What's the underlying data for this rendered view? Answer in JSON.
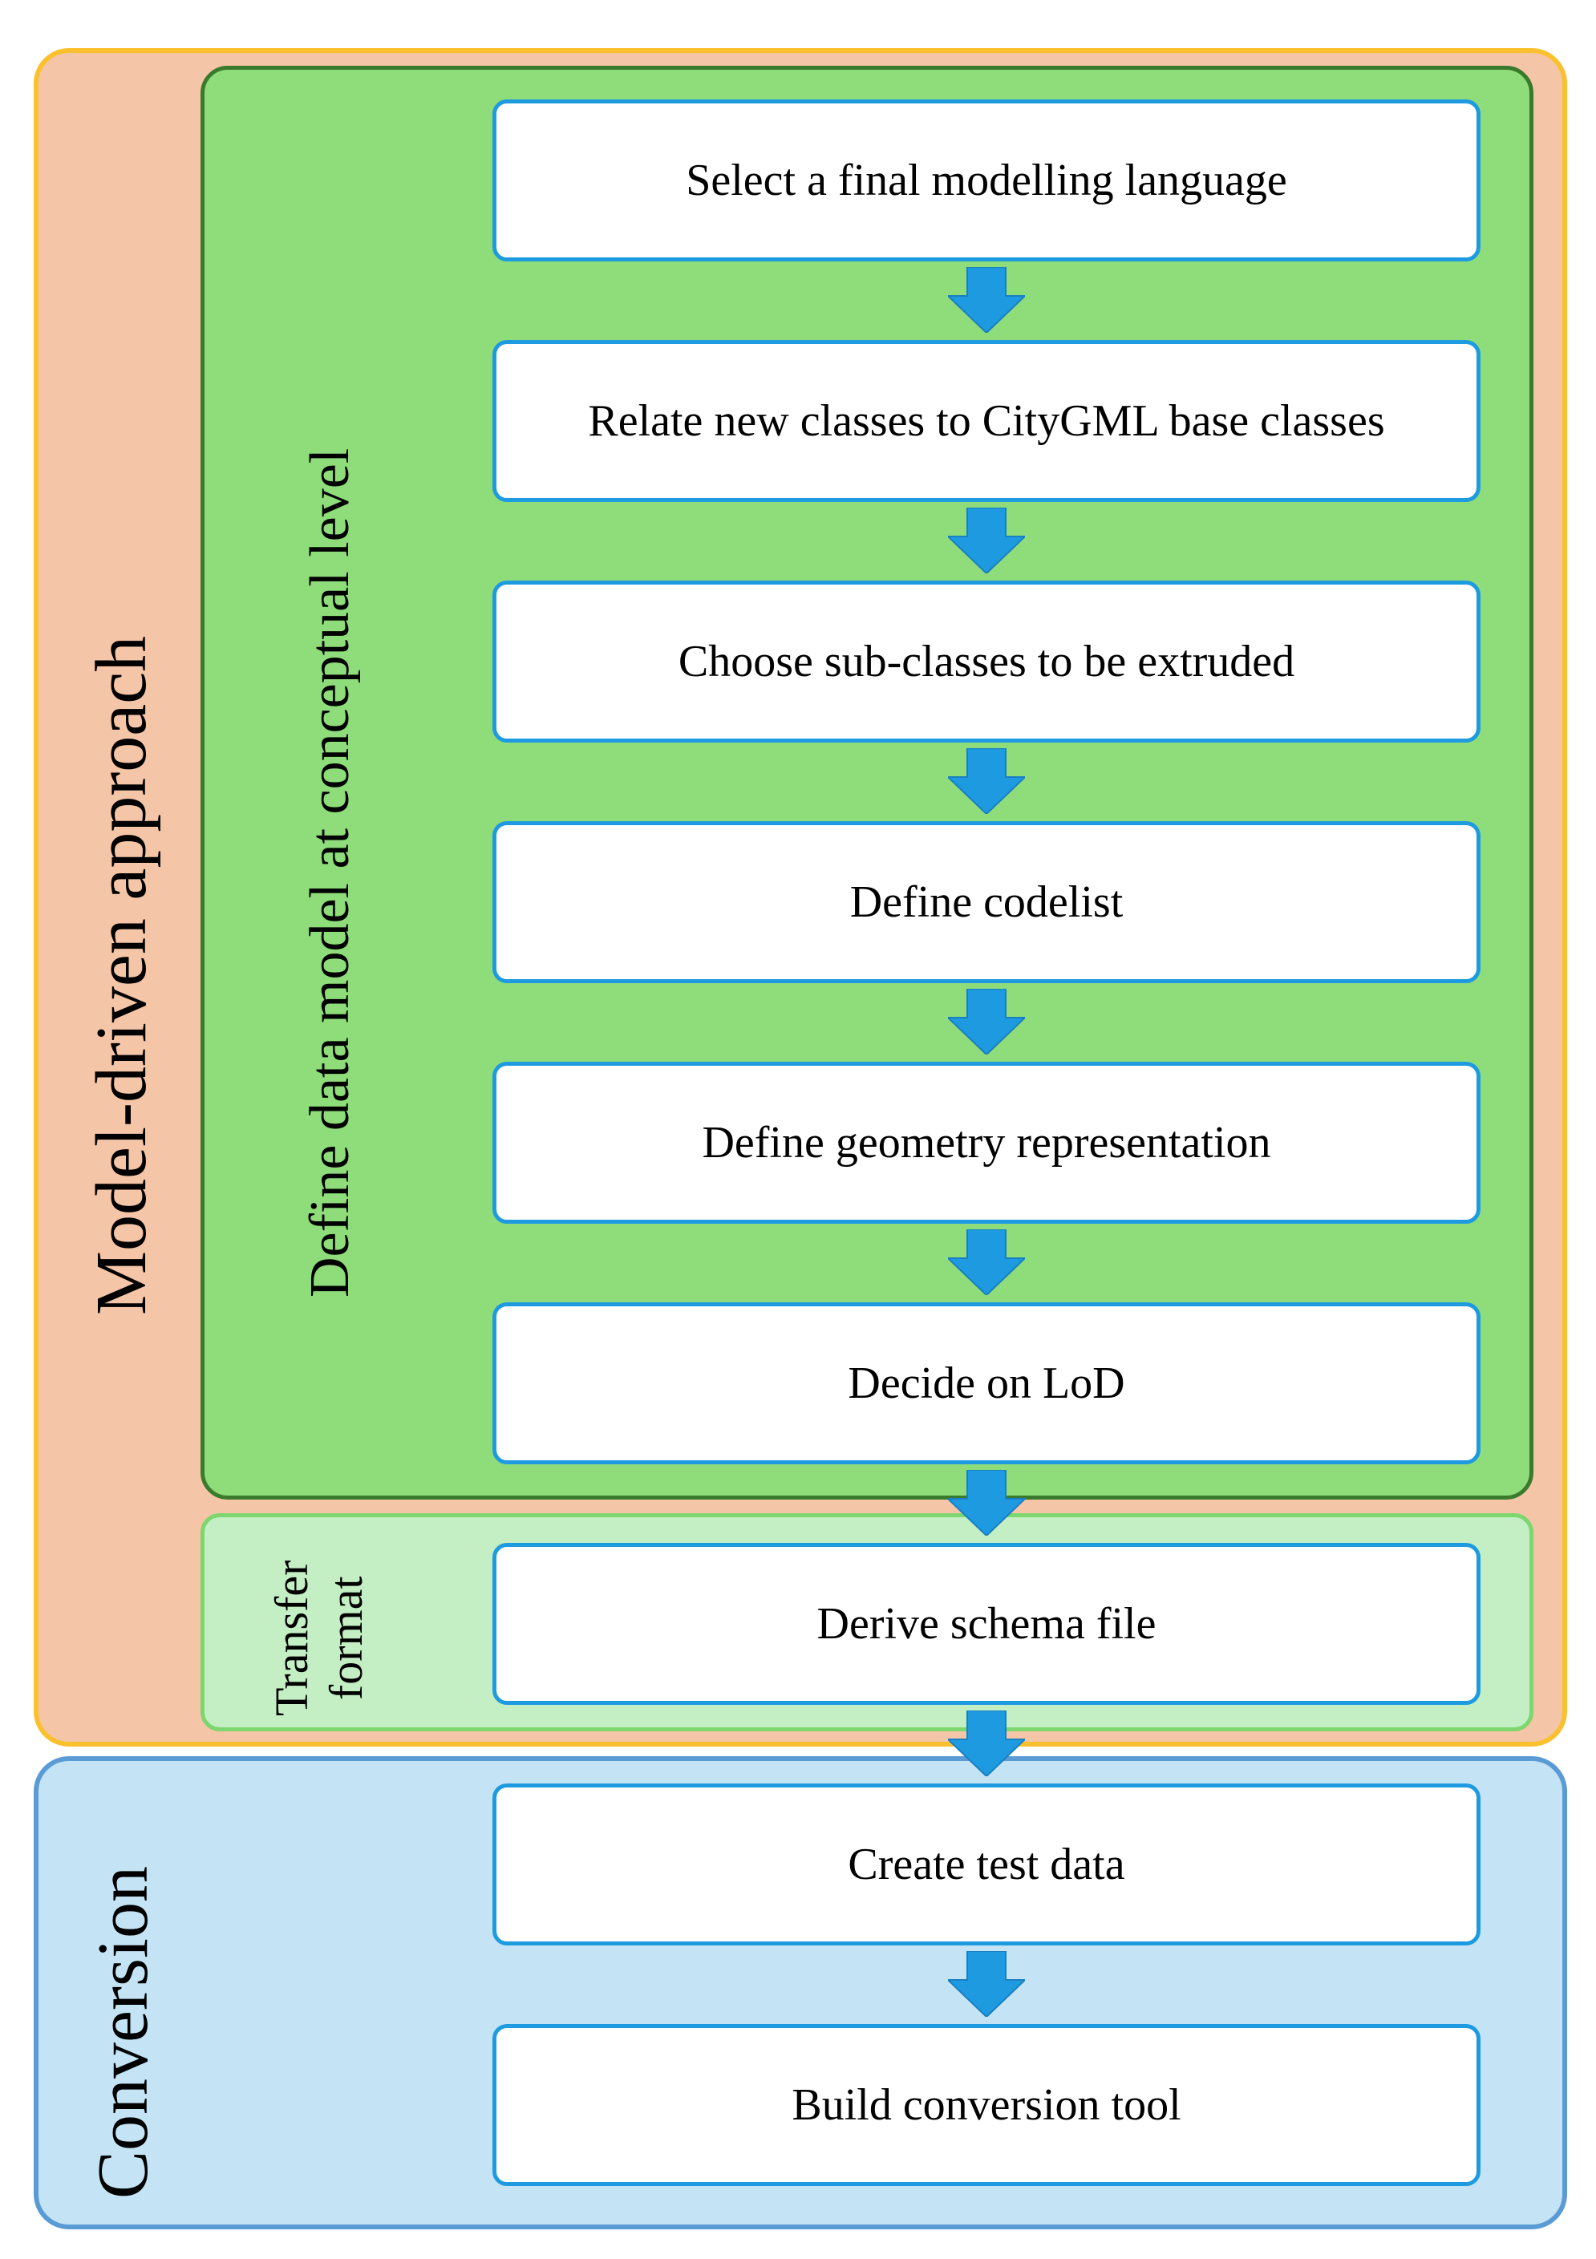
{
  "regions": {
    "model_driven_label": "Model-driven approach",
    "conceptual_label": "Define data model at conceptual level",
    "transfer_label_line1": "Transfer",
    "transfer_label_line2": "format",
    "conversion_label": "Conversion"
  },
  "steps": [
    "Select a final modelling language",
    "Relate new classes to CityGML base classes",
    "Choose sub-classes to be extruded",
    "Define codelist",
    "Define geometry representation",
    "Decide on LoD",
    "Derive schema file",
    "Create test data",
    "Build conversion tool"
  ],
  "colors": {
    "model_driven_fill": "#f5c5a8",
    "model_driven_border": "#fbc02d",
    "conceptual_fill": "#8edc7a",
    "conceptual_border": "#3a7a2c",
    "transfer_fill": "#c4efc4",
    "transfer_border": "#7ed66e",
    "conversion_fill": "#c4e4f5",
    "conversion_border": "#5b9bd5",
    "step_border": "#1e9be0",
    "arrow_fill": "#1e9be0"
  }
}
